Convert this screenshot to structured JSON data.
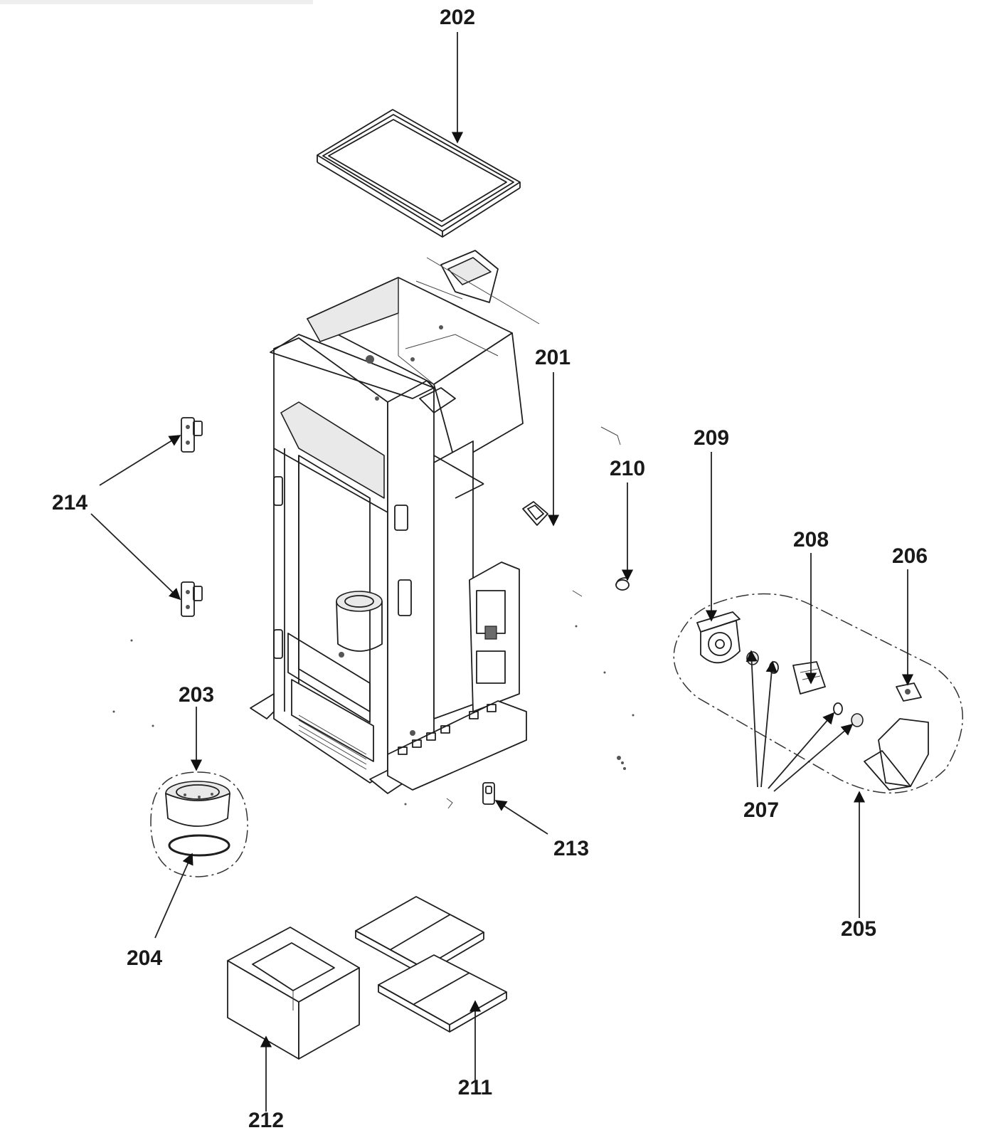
{
  "diagram": {
    "type": "exploded-parts-diagram",
    "labels": {
      "p201": "201",
      "p202": "202",
      "p203": "203",
      "p204": "204",
      "p205": "205",
      "p206": "206",
      "p207": "207",
      "p208": "208",
      "p209": "209",
      "p210": "210",
      "p211": "211",
      "p212": "212",
      "p213": "213",
      "p214": "214"
    }
  }
}
